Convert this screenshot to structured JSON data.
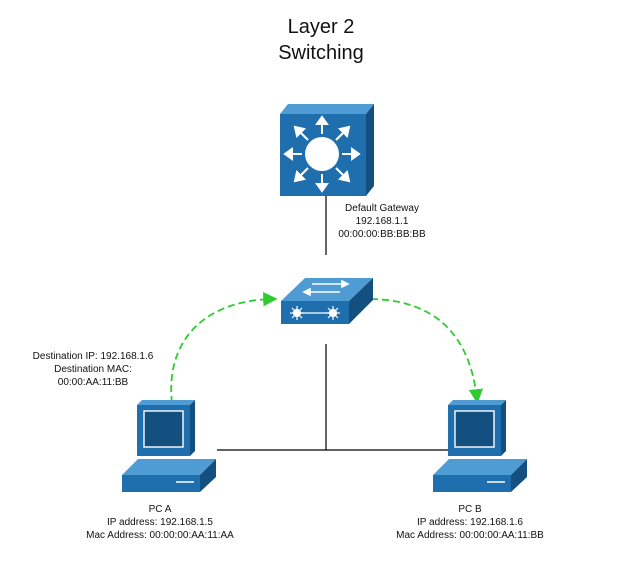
{
  "title": {
    "line1": "Layer 2",
    "line2": "Switching"
  },
  "router": {
    "icon": "layer3-switch-icon",
    "line1": "Default Gateway",
    "line2": "192.168.1.1",
    "line3": "00:00:00:BB:BB:BB"
  },
  "switch": {
    "icon": "layer2-switch-icon"
  },
  "packet": {
    "line1": "Destination IP: 192.168.1.6",
    "line2": "Destination MAC:",
    "line3": "00:00:AA:11:BB"
  },
  "pc_a": {
    "icon": "pc-icon",
    "name": "PC A",
    "ip": "IP address: 192.168.1.5",
    "mac": "Mac Address: 00:00:00:AA:11:AA"
  },
  "pc_b": {
    "icon": "pc-icon",
    "name": "PC B",
    "ip": "IP address: 192.168.1.6",
    "mac": "Mac Address: 00:00:00:AA:11:BB"
  },
  "colors": {
    "device_blue": "#1f6fae",
    "device_dark": "#14507f",
    "device_light": "#4f9bd3",
    "flow_green": "#2ecc2e",
    "link": "#000000"
  }
}
